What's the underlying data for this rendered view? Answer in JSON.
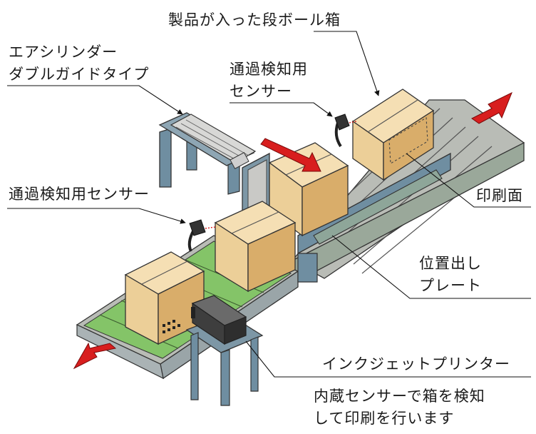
{
  "labels": {
    "box_with_product": "製品が入った段ボール箱",
    "cylinder_line1": "エアシリンダー",
    "cylinder_line2": "ダブルガイドタイプ",
    "sensor_top_line1": "通過検知用",
    "sensor_top_line2": "センサー",
    "sensor_left": "通過検知用センサー",
    "print_surface": "印刷面",
    "positioning_line1": "位置出し",
    "positioning_line2": "プレート",
    "printer_name": "インクジェットプリンター",
    "printer_desc_line1": "内蔵センサーで箱を検知",
    "printer_desc_line2": "して印刷を行います"
  },
  "colors": {
    "box_top": "#f5dfb4",
    "box_left": "#eccf98",
    "box_right": "#d9ad6a",
    "conveyor_green": "#84c468",
    "conveyor_gray": "#b9bcb6",
    "rail_steel": "#5f7e8e",
    "arrow_red": "#d81e1e",
    "printer_dark": "#3e3e3e"
  }
}
